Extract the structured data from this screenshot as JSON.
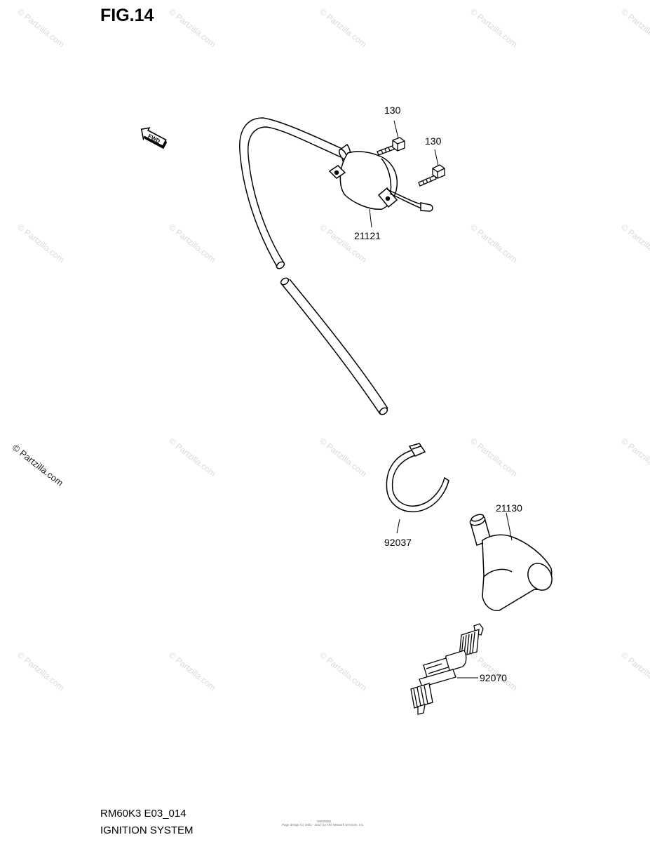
{
  "figure": {
    "title": "FIG.14"
  },
  "watermark": {
    "text": "© Partzilla.com",
    "color": "#d9d9d9"
  },
  "side_watermark": "© Partzilla.com",
  "direction_marker": "FWD",
  "callouts": {
    "bolt_top": "130",
    "bolt_right": "130",
    "ignition_coil": "21121",
    "clamp": "92037",
    "plug_cap": "21130",
    "spark_plug": "92070"
  },
  "footer": {
    "code": "RM60K3 E03_014",
    "title": "IGNITION SYSTEM",
    "doc_id": "00000000",
    "copyright": "Page design (c) 2001 - 2017 by ARI Network Services, Inc."
  }
}
